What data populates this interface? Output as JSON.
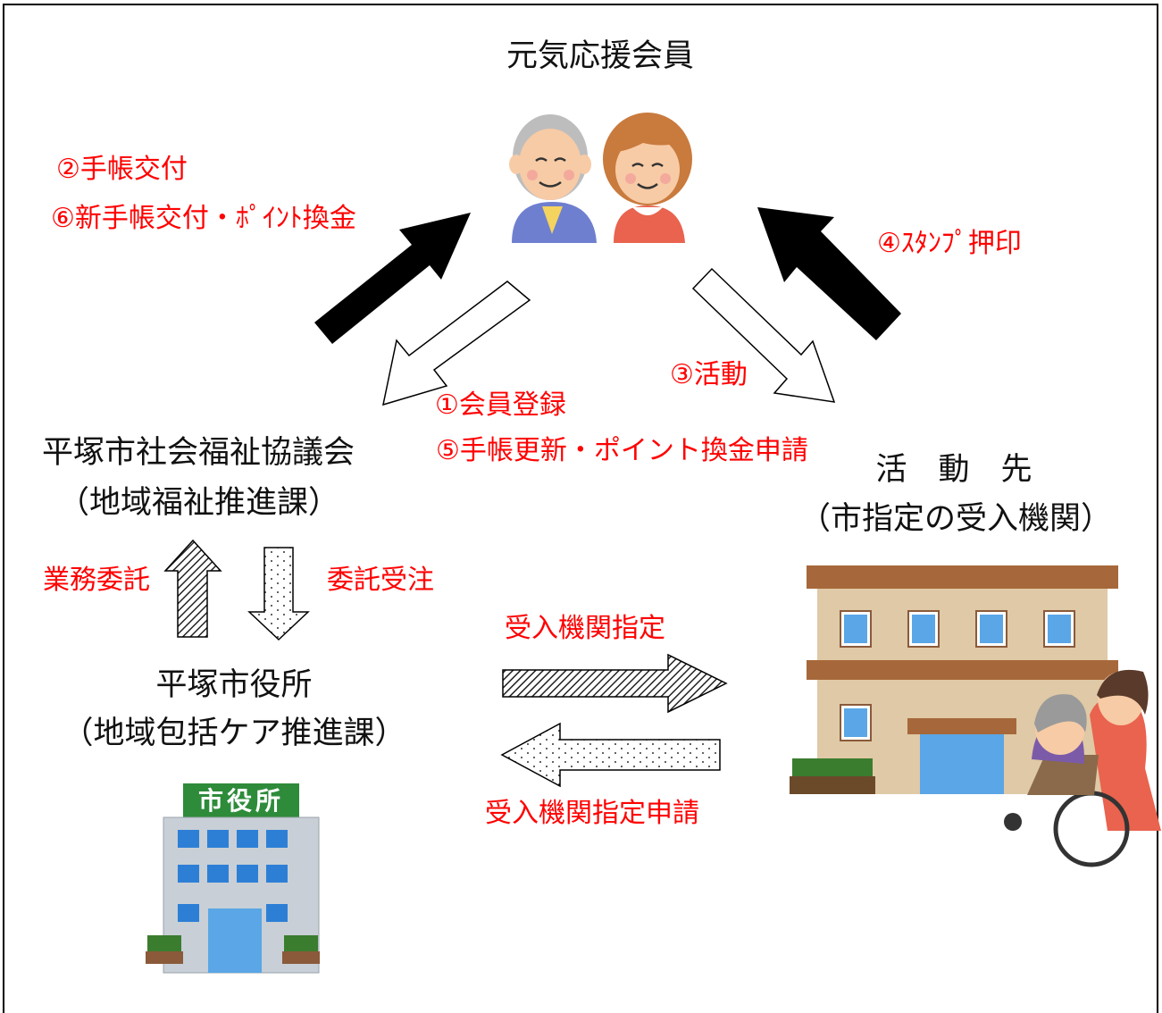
{
  "title": "元気応援会員",
  "nodes": {
    "council": {
      "name": "平塚市社会福祉協議会",
      "dept": "（地域福祉推進課）"
    },
    "city": {
      "name": "平塚市役所",
      "dept": "（地域包括ケア推進課）",
      "sign": "市役所"
    },
    "facility": {
      "name": "活　動　先",
      "dept": "（市指定の受入機関）"
    }
  },
  "steps": {
    "s1": "①会員登録",
    "s2": "②手帳交付",
    "s3": "③活動",
    "s4": "④ｽﾀﾝﾌﾟ押印",
    "s5": "⑤手帳更新・ポイント換金申請",
    "s6": "⑥新手帳交付・ﾎﾟｲﾝﾄ換金"
  },
  "links": {
    "entrust": "業務委託",
    "accept": "委託受注",
    "designate": "受入機関指定",
    "apply": "受入機関指定申請"
  },
  "colors": {
    "accent": "#ff0000",
    "text": "#111111",
    "arrow": "#000000"
  }
}
